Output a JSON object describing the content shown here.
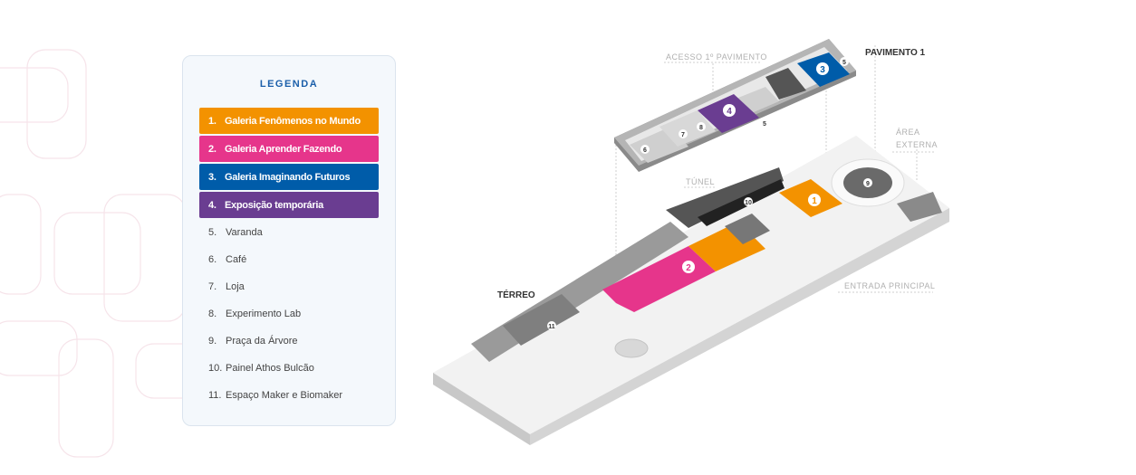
{
  "legend": {
    "title": "LEGENDA",
    "highlighted": [
      {
        "num": "1.",
        "label": "Galeria Fenômenos no Mundo",
        "color": "#f39200"
      },
      {
        "num": "2.",
        "label": "Galeria Aprender Fazendo",
        "color": "#e6358b"
      },
      {
        "num": "3.",
        "label": "Galeria Imaginando Futuros",
        "color": "#005ca9"
      },
      {
        "num": "4.",
        "label": "Exposição temporária",
        "color": "#6a3d91"
      }
    ],
    "items": [
      {
        "num": "5.",
        "label": "Varanda"
      },
      {
        "num": "6.",
        "label": "Café"
      },
      {
        "num": "7.",
        "label": "Loja"
      },
      {
        "num": "8.",
        "label": "Experimento Lab"
      },
      {
        "num": "9.",
        "label": "Praça da Árvore"
      },
      {
        "num": "10.",
        "label": "Painel Athos Bulcão"
      },
      {
        "num": "11.",
        "label": "Espaço Maker e Biomaker"
      }
    ]
  },
  "map": {
    "floor1_title": "PAVIMENTO 1",
    "ground_title": "TÉRREO",
    "acesso_label": "ACESSO 1º PAVIMENTO",
    "area_externa_1": "ÁREA",
    "area_externa_2": "EXTERNA",
    "tunel_label": "TÚNEL",
    "entrada_label": "ENTRADA PRINCIPAL",
    "markers": {
      "m1": "1",
      "m2": "2",
      "m3": "3",
      "m4": "4",
      "m5a": "5",
      "m5b": "5",
      "m6": "6",
      "m7": "7",
      "m8": "8",
      "m9": "9",
      "m10": "10",
      "m11": "11"
    }
  }
}
